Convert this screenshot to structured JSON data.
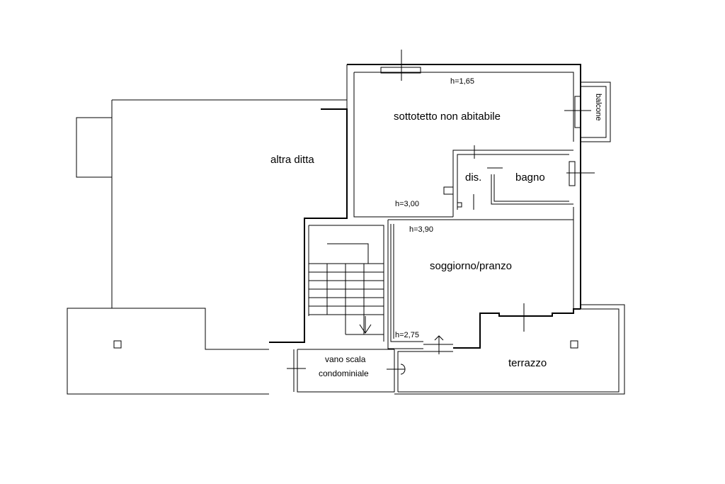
{
  "rooms": {
    "altra_ditta": "altra ditta",
    "sottotetto": "sottotetto non abitabile",
    "dis": "dis.",
    "bagno": "bagno",
    "soggiorno": "soggiorno/pranzo",
    "vano_scala_1": "vano scala",
    "vano_scala_2": "condominiale",
    "terrazzo": "terrazzo",
    "balcone": "balcone"
  },
  "heights": {
    "h1": "h=1,65",
    "h2": "h=3,00",
    "h3": "h=3,90",
    "h4": "h=2,75"
  }
}
